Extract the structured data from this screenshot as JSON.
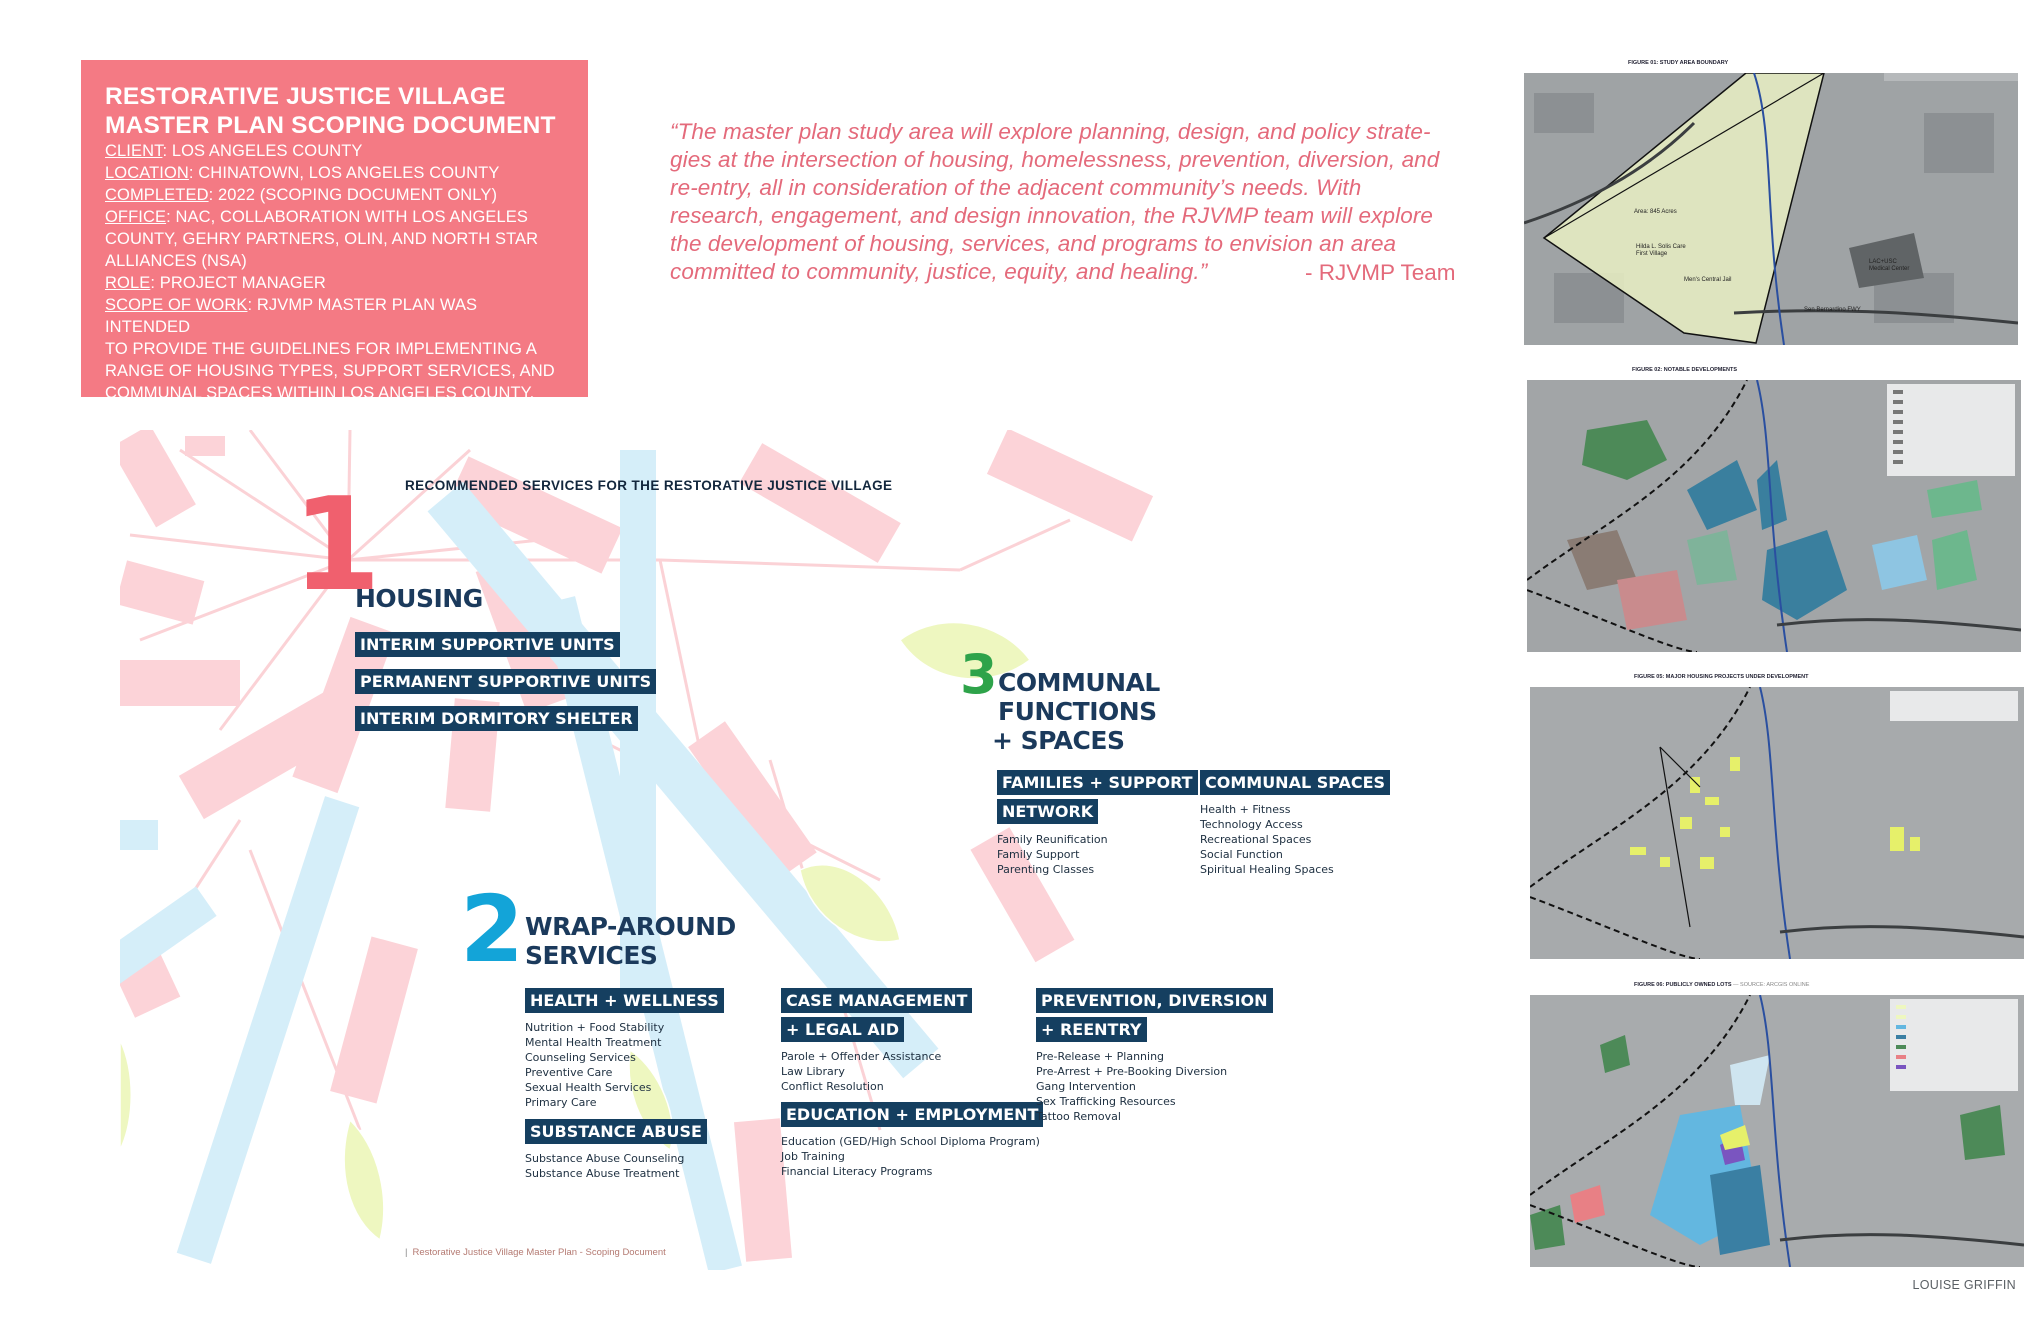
{
  "info_card": {
    "title_line1": "RESTORATIVE JUSTICE VILLAGE",
    "title_line2": "MASTER PLAN SCOPING DOCUMENT",
    "client_key": "CLIENT",
    "client_val": ": LOS ANGELES COUNTY",
    "location_key": "LOCATION",
    "location_val": ":  CHINATOWN, LOS ANGELES COUNTY",
    "completed_key": "COMPLETED",
    "completed_val": ": 2022 (SCOPING DOCUMENT ONLY)",
    "office_key": "OFFICE",
    "office_val": ": NAC, COLLABORATION WITH LOS ANGELES",
    "office_line2": "COUNTY, GEHRY PARTNERS, OLIN,  AND NORTH STAR",
    "office_line3": "ALLIANCES (NSA)",
    "role_key": "ROLE",
    "role_val": ": PROJECT MANAGER",
    "scope_key": "SCOPE OF WORK",
    "scope_val": ": RJVMP MASTER PLAN WAS INTENDED",
    "scope_line2": "TO PROVIDE THE GUIDELINES FOR IMPLEMENTING A",
    "scope_line3": "RANGE OF HOUSING TYPES, SUPPORT SERVICES, AND",
    "scope_line4": "COMMUNAL SPACES WITHIN LOS ANGELES COUNTY."
  },
  "quote": {
    "lines": [
      "“The master plan study area will explore planning, design, and policy strate-",
      "gies at the intersection of housing, homelessness, prevention, diversion, and",
      "re-entry, all in consideration of the adjacent community’s needs. With",
      "research, engagement, and design innovation, the RJVMP team will explore",
      "the development of housing, services, and programs to envision an area",
      "committed to community, justice, equity, and healing.”"
    ],
    "attribution": "- RJVMP Team"
  },
  "diagram": {
    "title": "RECOMMENDED SERVICES FOR THE RESTORATIVE JUSTICE VILLAGE",
    "housing": {
      "num": "1",
      "title": "HOUSING",
      "labels": [
        "INTERIM SUPPORTIVE UNITS",
        "PERMANENT SUPPORTIVE UNITS",
        "INTERIM DORMITORY SHELTER"
      ]
    },
    "wrap": {
      "num": "2",
      "title_line1": "WRAP-AROUND",
      "title_line2": "SERVICES",
      "health_label": "HEALTH + WELLNESS",
      "health_items": [
        "Nutrition + Food Stability",
        "Mental Health Treatment",
        "Counseling Services",
        "Preventive Care",
        "Sexual Health Services",
        "Primary Care"
      ],
      "substance_label": "SUBSTANCE ABUSE",
      "substance_items": [
        "Substance Abuse Counseling",
        "Substance Abuse Treatment"
      ],
      "case_label1": "CASE MANAGEMENT",
      "case_label2": "+ LEGAL AID",
      "case_items": [
        "Parole + Offender Assistance",
        "Law Library",
        "Conflict Resolution"
      ],
      "edu_label": "EDUCATION + EMPLOYMENT",
      "edu_items": [
        "Education (GED/High School Diploma Program)",
        "Job Training",
        "Financial Literacy Programs"
      ],
      "prev_label1": "PREVENTION, DIVERSION",
      "prev_label2": "+ REENTRY",
      "prev_items": [
        "Pre-Release + Planning",
        "Pre-Arrest + Pre-Booking Diversion",
        "Gang Intervention",
        "Sex Trafficking Resources",
        "Tattoo Removal"
      ]
    },
    "communal": {
      "num": "3",
      "title_line1": "COMMUNAL",
      "title_line2": "FUNCTIONS",
      "title_line3": "+ SPACES",
      "families_label1": "FAMILIES + SUPPORT",
      "families_label2": "NETWORK",
      "families_items": [
        "Family Reunification",
        "Family Support",
        "Parenting Classes"
      ],
      "spaces_label": "COMMUNAL SPACES",
      "spaces_items": [
        "Health + Fitness",
        "Technology Access",
        "Recreational Spaces",
        "Social Function",
        "Spiritual Healing Spaces"
      ]
    },
    "footer": "Restorative Justice Village Master Plan - Scoping Document"
  },
  "maps": [
    {
      "caption": "FIGURE 01: STUDY AREA BOUNDARY",
      "labels": [
        "Area: 845 Acres",
        "Hilda L. Solis Care",
        "First Village",
        "Men's Central Jail",
        "LAC+USC",
        "Medical Center",
        "Sen Bernardino FWY"
      ]
    },
    {
      "caption": "FIGURE 02: NOTABLE DEVELOPMENTS"
    },
    {
      "caption": "FIGURE 05: MAJOR HOUSING PROJECTS UNDER DEVELOPMENT"
    },
    {
      "caption": "FIGURE 06: PUBLICLY OWNED LOTS",
      "caption_source": "— SOURCE: ARCGIS ONLINE"
    }
  ],
  "credit": "LOUISE GRIFFIN",
  "colors": {
    "card": "#f47a84",
    "quote": "#e46a7b",
    "label_bg": "#153f60",
    "num1": "#f0606e",
    "num2": "#13a4d8",
    "num3": "#2ea34a"
  }
}
